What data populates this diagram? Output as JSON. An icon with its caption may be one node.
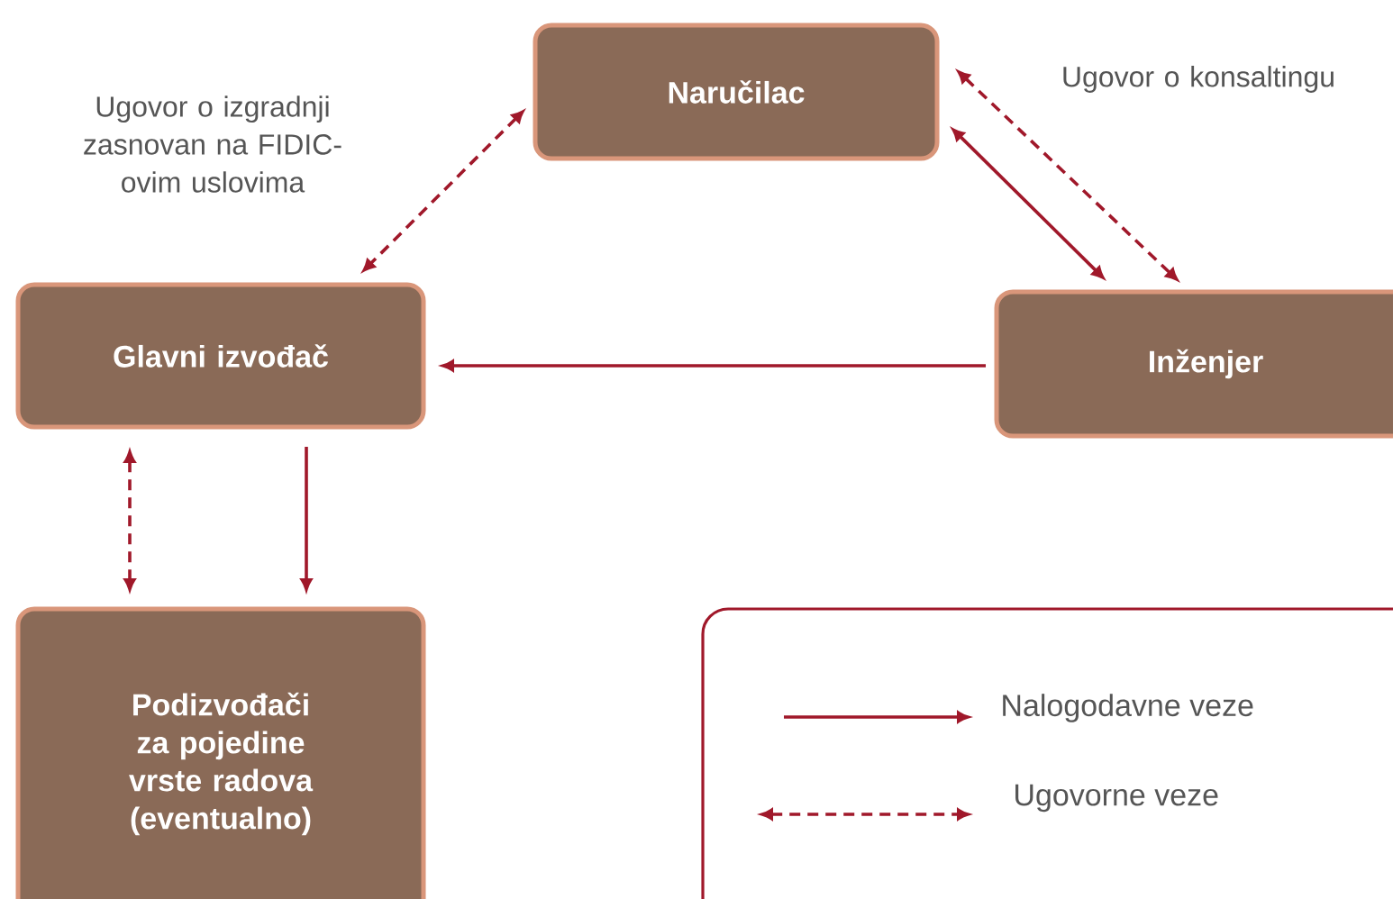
{
  "diagram": {
    "nodes": [
      {
        "text": [
          "Naručilac"
        ]
      },
      {
        "text": [
          "Glavni izvođač"
        ]
      },
      {
        "text": [
          "Inženjer"
        ]
      },
      {
        "text": [
          "Podizvođači za pojedine vrste radova (eventualno)"
        ]
      }
    ],
    "edges": [
      {
        "from": 0,
        "to": 1,
        "arrow": "both",
        "style": "dashed",
        "label": "Ugovor o izgradnji zasnovan na FIDIC-ovim uslovima"
      },
      {
        "from": 0,
        "to": 2,
        "arrow": "both",
        "style": "dashed",
        "label": "Ugovor o konsaltingu"
      },
      {
        "from": 0,
        "to": 2,
        "arrow": "both"
      },
      {
        "from": 2,
        "to": 1,
        "arrow": "to"
      },
      {
        "from": 1,
        "to": 3,
        "arrow": "both",
        "style": "dashed"
      },
      {
        "from": 1,
        "to": 3,
        "arrow": "to"
      }
    ],
    "legend": [
      {
        "text": "Nalogodavne veze"
      },
      {
        "text": "Ugovorne veze"
      }
    ]
  }
}
